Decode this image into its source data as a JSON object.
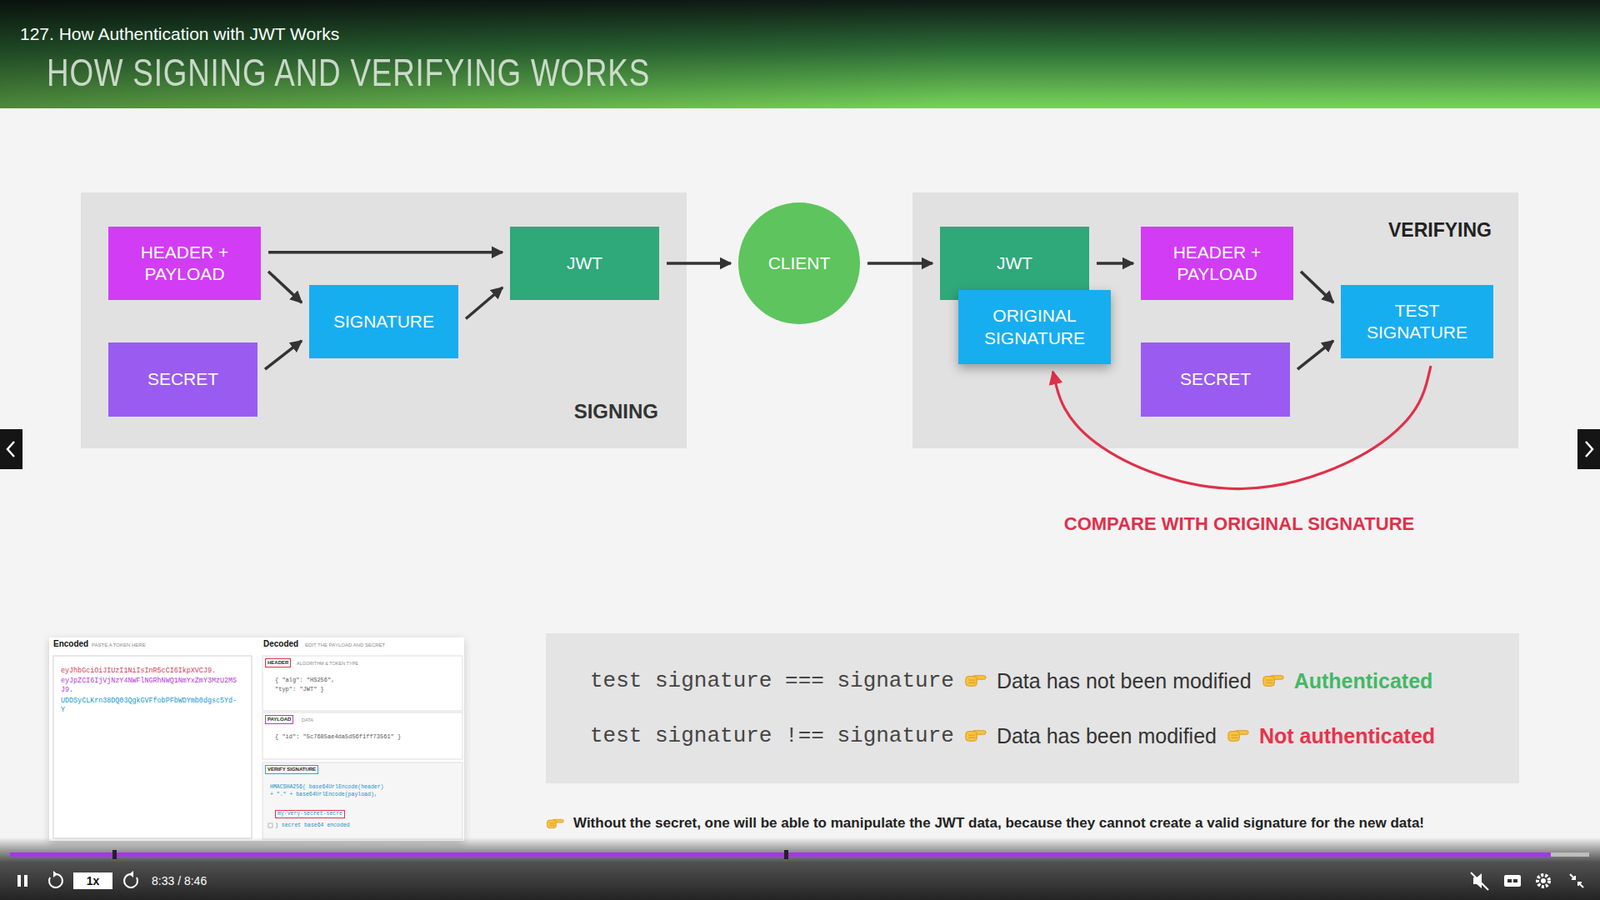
{
  "diagram": {
    "title": "HOW SIGNING AND VERIFYING WORKS",
    "nodes": [
      {
        "text": [
          "SIGNING"
        ]
      },
      {
        "text": [
          "HEADER + PAYLOAD"
        ],
        "in": 0
      },
      {
        "text": [
          "SECRET"
        ],
        "in": 0
      },
      {
        "text": [
          "SIGNATURE"
        ],
        "in": 0
      },
      {
        "text": [
          "JWT"
        ],
        "in": 0
      },
      {
        "text": [
          "CLIENT"
        ]
      },
      {
        "text": [
          "VERIFYING"
        ]
      },
      {
        "text": [
          "JWT"
        ],
        "in": 6
      },
      {
        "text": [
          "ORIGINAL SIGNATURE"
        ],
        "in": 6
      },
      {
        "text": [
          "HEADER + PAYLOAD"
        ],
        "in": 6
      },
      {
        "text": [
          "SECRET"
        ],
        "in": 6
      },
      {
        "text": [
          "TEST SIGNATURE"
        ],
        "in": 6
      },
      {
        "text": [
          "test signature === signature",
          "Data has not been modified",
          "Authenticated",
          "test signature !== signature",
          "Data has been modified",
          "Not authenticated"
        ]
      }
    ],
    "edges": [
      {
        "from": 1,
        "to": 4,
        "arrow": "to"
      },
      {
        "from": 1,
        "to": 3,
        "arrow": "to"
      },
      {
        "from": 2,
        "to": 3,
        "arrow": "to"
      },
      {
        "from": 3,
        "to": 4,
        "arrow": "to"
      },
      {
        "from": 4,
        "to": 5,
        "arrow": "to"
      },
      {
        "from": 5,
        "to": 7,
        "arrow": "to"
      },
      {
        "from": 7,
        "to": 9,
        "arrow": "to"
      },
      {
        "from": 9,
        "to": 11,
        "arrow": "to"
      },
      {
        "from": 10,
        "to": 11,
        "arrow": "to"
      },
      {
        "from": 11,
        "to": 8,
        "label": "COMPARE WITH ORIGINAL SIGNATURE",
        "arrow": "to"
      }
    ],
    "labels": [
      "127. How Authentication with JWT Works",
      "Encoded",
      "PASTE A TOKEN HERE",
      "eyJhbGciOiJIUzI1NiIsInR5cCI6IkpXVCJ9.",
      "eyJpZCI6IjVjNzY4NWFlNGRhNWQ1NmYxZmY3MzU2MSJ9.",
      "UDDSyCLKrn38DQ03QgkGVFfobPFbWDYmb0dgsc5Yd-Y",
      "Decoded",
      "EDIT THE PAYLOAD AND SECRET",
      "HEADER",
      "ALGORITHM & TOKEN TYPE",
      "{ \"alg\": \"HS256\", \"typ\": \"JWT\" }",
      "PAYLOAD",
      "DATA",
      "{ \"id\": \"5c7685ae4da5d56f1ff73561\" }",
      "VERIFY SIGNATURE",
      "HMACSHA256( base64UrlEncode(header) + \".\" + base64UrlEncode(payload),",
      "my-very-secret-secre",
      ") secret base64 encoded",
      "Without the secret, one will be able to manipulate the JWT data, because they cannot create a valid signature for the new data!",
      "1x",
      "8:33 / 8:46"
    ]
  }
}
